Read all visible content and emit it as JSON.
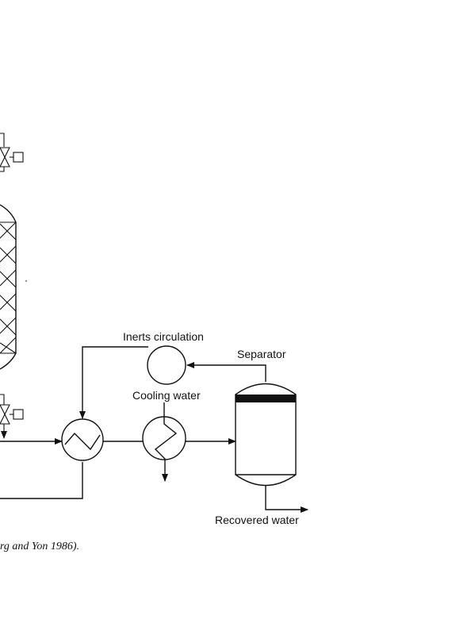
{
  "labels": {
    "inerts_circulation": "Inerts circulation",
    "separator": "Separator",
    "cooling_water": "Cooling water",
    "recovered_water": "Recovered water"
  },
  "caption": "rg and Yon 1986)."
}
